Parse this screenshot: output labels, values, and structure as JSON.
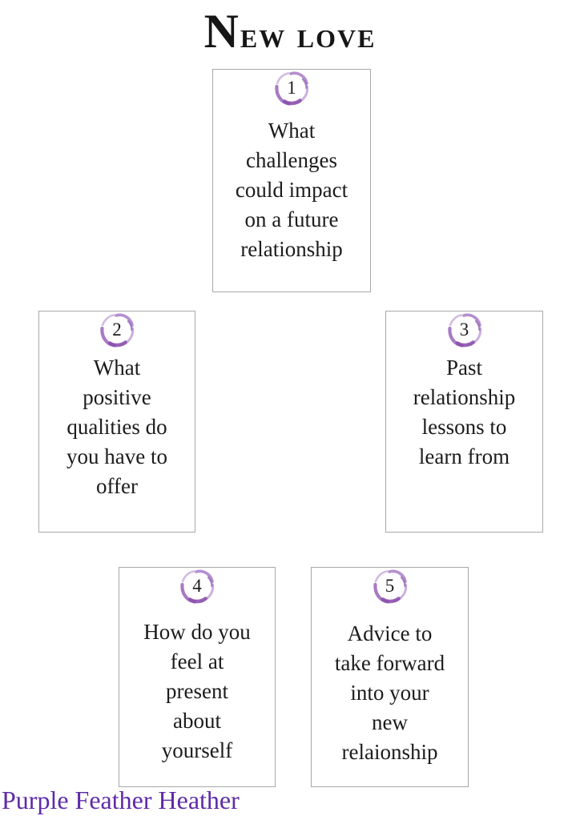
{
  "page": {
    "title": "New love",
    "footer_credit": "Purple Feather Heather"
  },
  "colors": {
    "text": "#1b1b1b",
    "card_border": "#a8a8a8",
    "footer_purple": "#5e2ba8",
    "wreath_purple_dark": "#8a4fae",
    "wreath_purple_mid": "#9a66bb",
    "wreath_purple_light": "#bf9fd6",
    "background": "#ffffff"
  },
  "cards": [
    {
      "number": "1",
      "label": "What\nchallenges\ncould impact\non a future\nrelationship"
    },
    {
      "number": "2",
      "label": "What\npositive\nqualities do\nyou have to\noffer"
    },
    {
      "number": "3",
      "label": "Past\nrelationship\nlessons to\nlearn from"
    },
    {
      "number": "4",
      "label": "How do you\nfeel at\npresent\nabout\nyourself"
    },
    {
      "number": "5",
      "label": "Advice to\ntake forward\ninto your\nnew\nrelaionship"
    }
  ]
}
